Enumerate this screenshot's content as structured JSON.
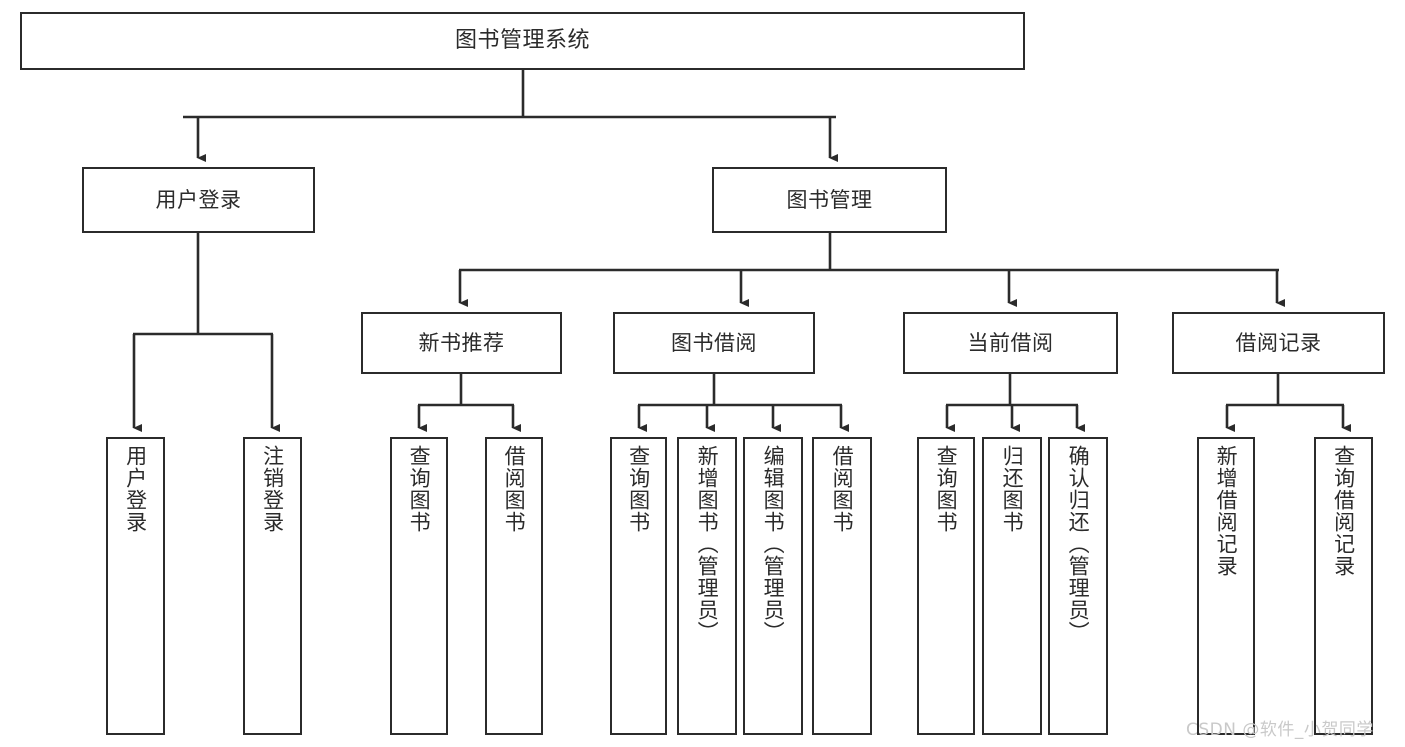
{
  "diagram": {
    "title": "图书管理系统",
    "type": "functional-structure-tree",
    "stroke_color": "#2b2b2b",
    "background_color": "#ffffff",
    "watermark": "CSDN @软件_小贺同学",
    "watermark_color": "#c9c9c9"
  },
  "nodes": {
    "root": {
      "label": "图书管理系统"
    },
    "level2": [
      {
        "id": "user-login",
        "label": "用户登录"
      },
      {
        "id": "book-management",
        "label": "图书管理"
      }
    ],
    "level3": [
      {
        "id": "new-book-recommend",
        "label": "新书推荐"
      },
      {
        "id": "book-borrow",
        "label": "图书借阅"
      },
      {
        "id": "current-borrow",
        "label": "当前借阅"
      },
      {
        "id": "borrow-record",
        "label": "借阅记录"
      }
    ],
    "leaves": {
      "user_login": [
        {
          "id": "leaf-user-login",
          "label": "用户登录"
        },
        {
          "id": "leaf-logout",
          "label": "注销登录"
        }
      ],
      "new_book_recommend": [
        {
          "id": "leaf-query-book-1",
          "label": "查询图书"
        },
        {
          "id": "leaf-borrow-book-1",
          "label": "借阅图书"
        }
      ],
      "book_borrow": [
        {
          "id": "leaf-query-book-2",
          "label": "查询图书"
        },
        {
          "id": "leaf-add-book",
          "label": "新增图书（管理员）"
        },
        {
          "id": "leaf-edit-book",
          "label": "编辑图书（管理员）"
        },
        {
          "id": "leaf-borrow-book-2",
          "label": "借阅图书"
        }
      ],
      "current_borrow": [
        {
          "id": "leaf-query-book-3",
          "label": "查询图书"
        },
        {
          "id": "leaf-return-book",
          "label": "归还图书"
        },
        {
          "id": "leaf-confirm-return",
          "label": "确认归还（管理员）"
        }
      ],
      "borrow_record": [
        {
          "id": "leaf-add-record",
          "label": "新增借阅记录"
        },
        {
          "id": "leaf-query-record",
          "label": "查询借阅记录"
        }
      ]
    }
  }
}
